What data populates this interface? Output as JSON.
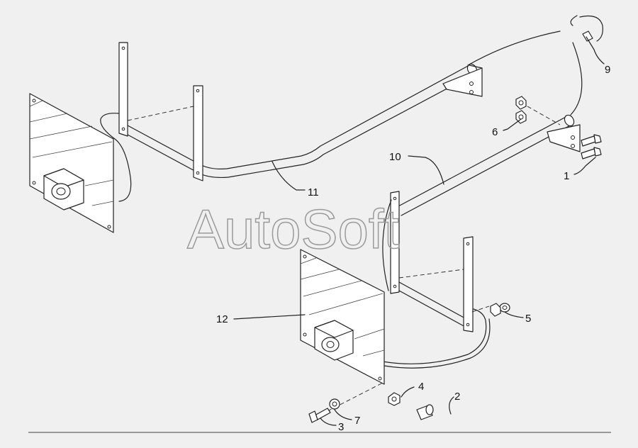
{
  "watermark": "AutoSoft",
  "callouts": [
    {
      "id": "callout-1",
      "label": "1"
    },
    {
      "id": "callout-2",
      "label": "2"
    },
    {
      "id": "callout-3",
      "label": "3"
    },
    {
      "id": "callout-4",
      "label": "4"
    },
    {
      "id": "callout-5",
      "label": "5"
    },
    {
      "id": "callout-6",
      "label": "6"
    },
    {
      "id": "callout-7",
      "label": "7"
    },
    {
      "id": "callout-9",
      "label": "9"
    },
    {
      "id": "callout-10",
      "label": "10"
    },
    {
      "id": "callout-11",
      "label": "11"
    },
    {
      "id": "callout-12",
      "label": "12"
    }
  ]
}
